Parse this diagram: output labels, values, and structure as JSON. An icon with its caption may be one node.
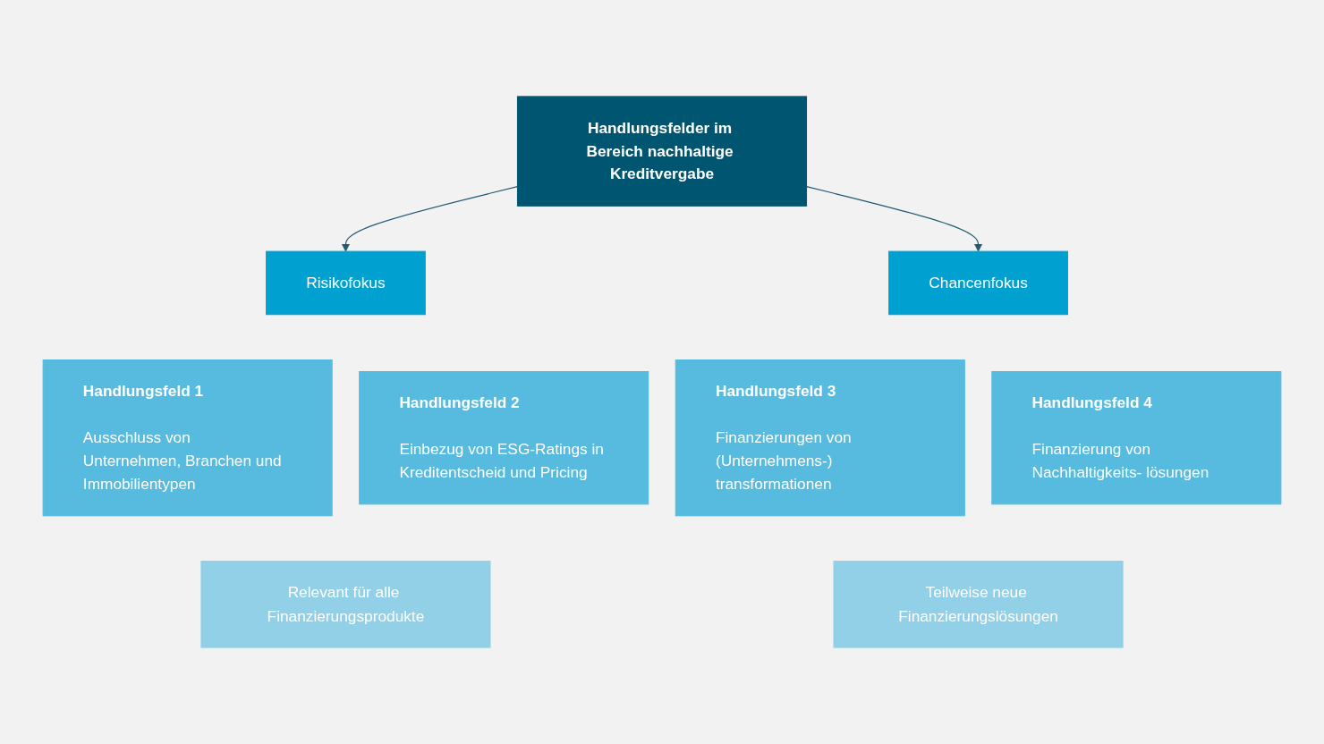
{
  "diagram": {
    "nodes": [
      {
        "text": [
          "Handlungsfelder im Bereich nachhaltige Kreditvergabe"
        ]
      },
      {
        "text": [
          "Risikofokus"
        ]
      },
      {
        "text": [
          "Chancenfokus"
        ]
      },
      {
        "text": [
          "Handlungsfeld 1",
          "Ausschluss von Unternehmen, Branchen und Immobilientypen"
        ]
      },
      {
        "text": [
          "Handlungsfeld 2",
          "Einbezug von ESG-Ratings in Kreditentscheid und Pricing"
        ]
      },
      {
        "text": [
          "Handlungsfeld 3",
          "Finanzierungen von (Unternehmens-) transformationen"
        ]
      },
      {
        "text": [
          "Handlungsfeld 4",
          "Finanzierung von Nachhaltigkeits- lösungen"
        ]
      },
      {
        "text": [
          "Relevant für alle Finanzierungsprodukte"
        ]
      },
      {
        "text": [
          "Teilweise neue Finanzierungslösungen"
        ]
      }
    ],
    "edges": [
      {
        "from": 0,
        "to": 1,
        "arrow": "to"
      },
      {
        "from": 0,
        "to": 2,
        "arrow": "to"
      }
    ]
  }
}
